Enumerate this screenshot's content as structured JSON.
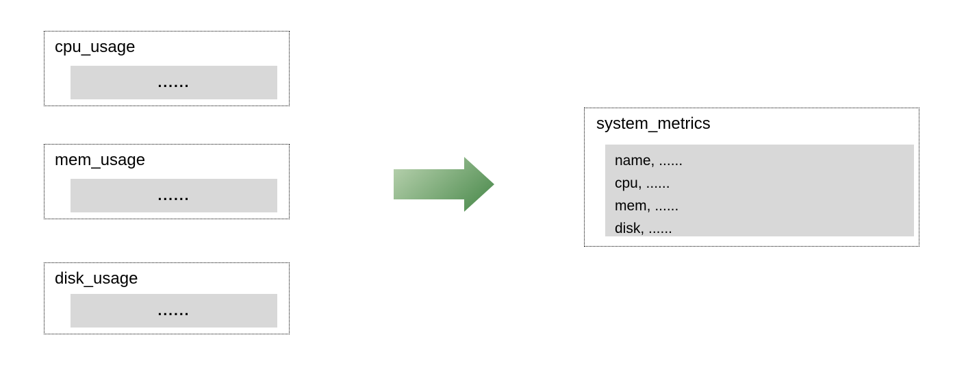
{
  "diagram": {
    "sources": [
      {
        "title": "cpu_usage",
        "placeholder": "......"
      },
      {
        "title": "mem_usage",
        "placeholder": "......"
      },
      {
        "title": "disk_usage",
        "placeholder": "......"
      }
    ],
    "arrow": {
      "direction": "right",
      "gradient_from": "#b4cfab",
      "gradient_to": "#4e8c4f"
    },
    "target": {
      "title": "system_metrics",
      "rows": [
        "name, ......",
        "cpu, ......",
        "mem, ......",
        "disk, ......"
      ]
    },
    "colors": {
      "background": "#ffffff",
      "panel_fill": "#d8d8d8",
      "border": "#000000"
    }
  }
}
